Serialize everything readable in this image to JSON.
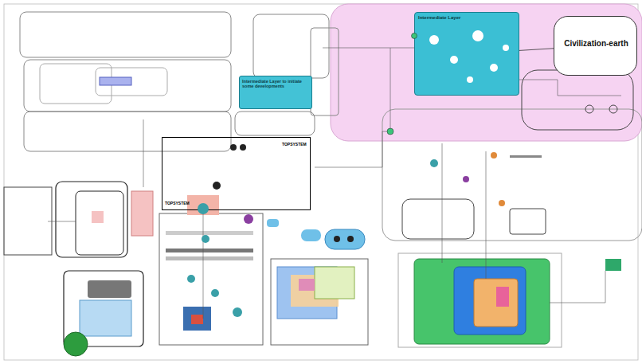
{
  "diagram": {
    "nodes": [
      {
        "text": [
          "Civilization-earth"
        ]
      },
      {
        "text": [
          "Intermediate Layer"
        ]
      },
      {
        "text": [
          "Intermediate Layer to initiate some developments"
        ]
      },
      {
        "text": [
          "TOPSYSTEM",
          "TOPSYSTEM"
        ]
      }
    ],
    "edges": [
      {
        "from": 1,
        "to": 0,
        "arrow": "none"
      }
    ]
  }
}
